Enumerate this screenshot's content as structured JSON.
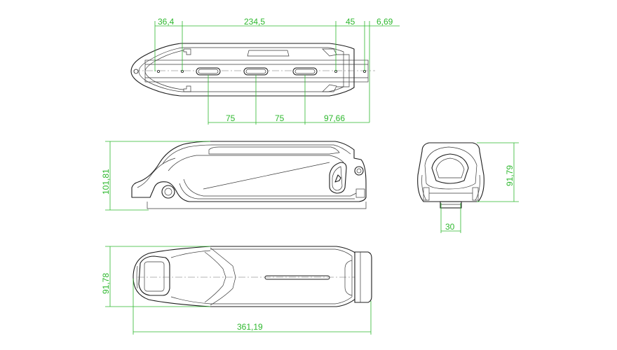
{
  "colors": {
    "dimension": "#2eb82e",
    "outline": "#1c1c1c",
    "background": "#ffffff"
  },
  "dimensions": {
    "top_view": {
      "d1": "36,4",
      "d2": "234,5",
      "d3": "45",
      "d4": "6,69",
      "d5": "75",
      "d6": "75",
      "d7": "97,66"
    },
    "side_view": {
      "height": "101,81"
    },
    "end_view": {
      "height": "91,79",
      "width": "30"
    },
    "bottom_view": {
      "height": "91,78",
      "length": "361,19"
    }
  }
}
